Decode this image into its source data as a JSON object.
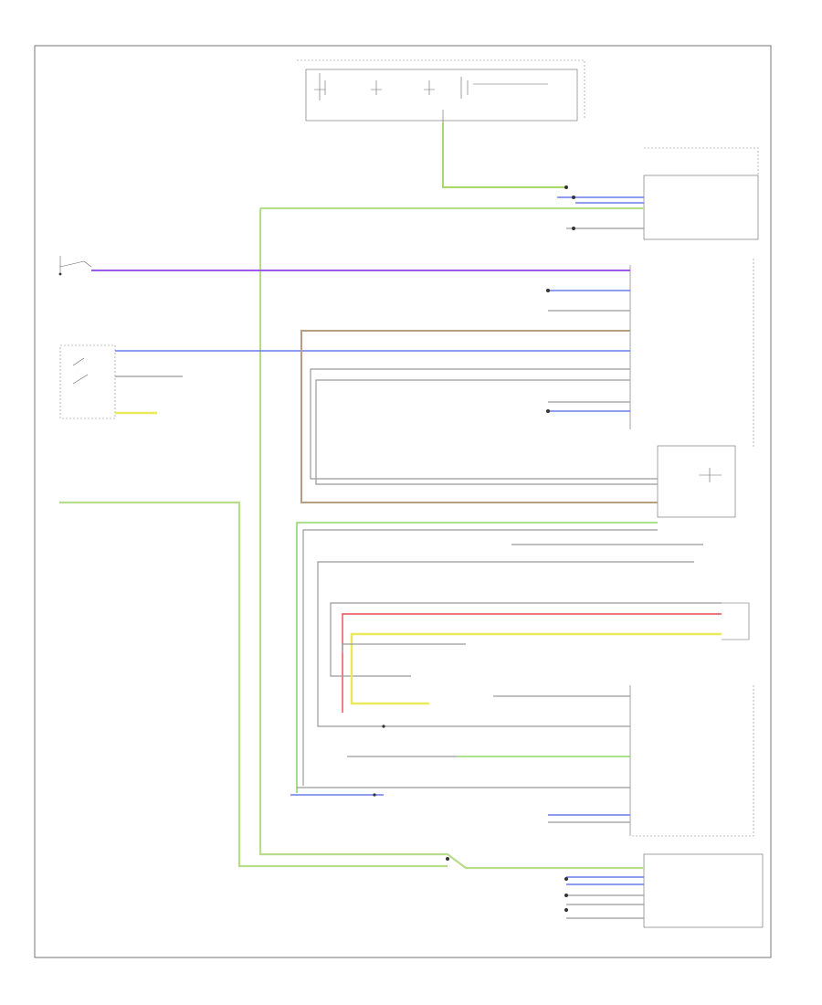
{
  "diagram": {
    "footer_code": "",
    "modules": [
      {
        "id": "instrument_cluster",
        "label": ""
      },
      {
        "id": "upper_right_module",
        "label": ""
      },
      {
        "id": "right_connector_block",
        "label": ""
      },
      {
        "id": "engine_control_module",
        "label": ""
      },
      {
        "id": "brake_pedal_sensor",
        "label": ""
      },
      {
        "id": "clutch_pedal_sensor",
        "label": ""
      },
      {
        "id": "bottom_right_module",
        "label": ""
      },
      {
        "id": "steering_angle_sensor",
        "label": ""
      }
    ],
    "components": [
      {
        "id": "stop_lamp_switch",
        "label": ""
      },
      {
        "id": "traction_control_switch",
        "label": ""
      }
    ],
    "notes": [
      "",
      ""
    ],
    "wire_colors": {
      "gray": "#9a9a9a",
      "green": "#a6d86a",
      "violet": "#9b59e8",
      "blue": "#6a7cf0",
      "tan": "#b59f82",
      "red": "#e84b4b",
      "yellow": "#e9ea5a"
    }
  }
}
